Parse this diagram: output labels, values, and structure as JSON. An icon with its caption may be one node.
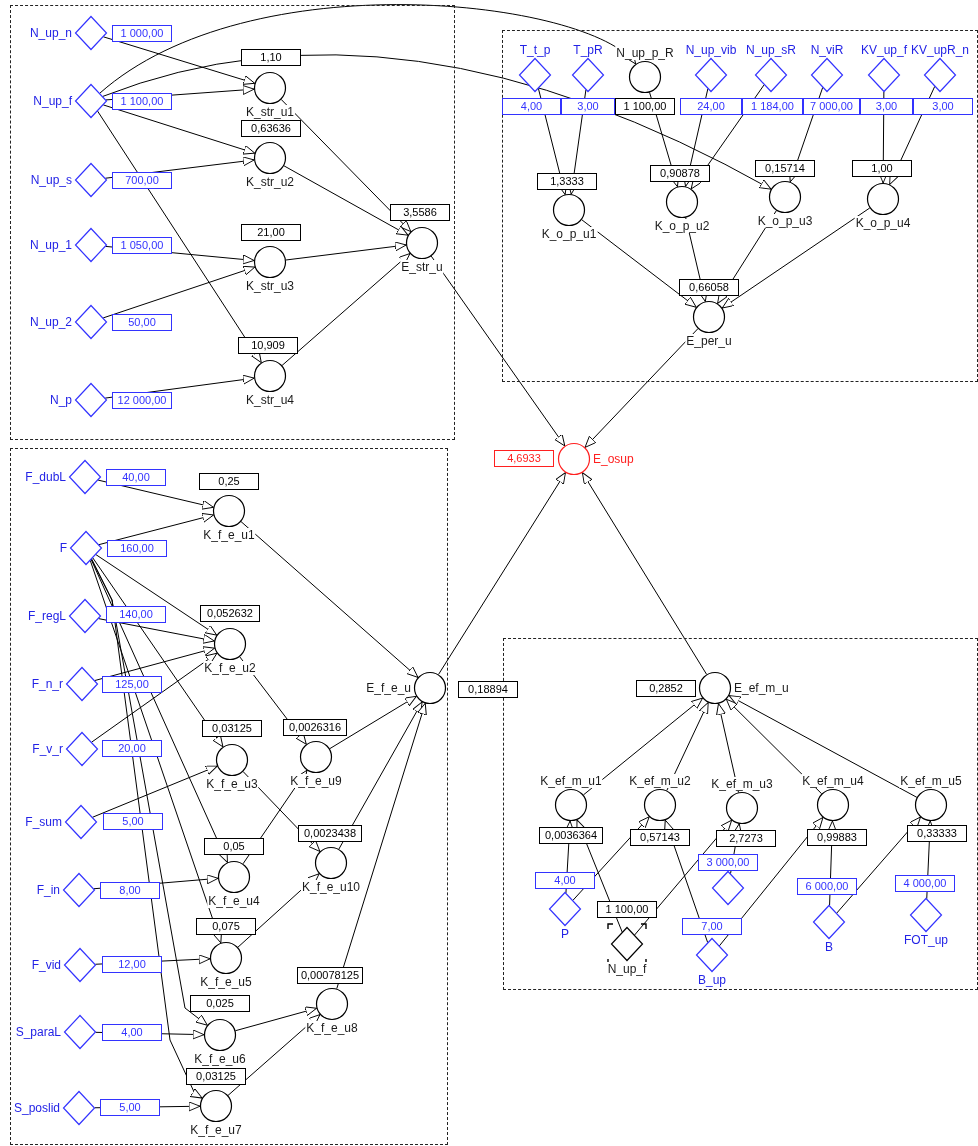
{
  "diagram": {
    "nodes": [
      {
        "text": [],
        "shape": "box"
      },
      {
        "text": [],
        "shape": "box"
      },
      {
        "text": [],
        "shape": "box"
      },
      {
        "text": [],
        "shape": "box"
      },
      {
        "text": [
          "N_up_n"
        ],
        "beside": [
          "1 000,00"
        ],
        "in": 0
      },
      {
        "text": [
          "N_up_f"
        ],
        "beside": [
          "1 100,00"
        ],
        "in": 0
      },
      {
        "text": [
          "N_up_s"
        ],
        "beside": [
          "700,00"
        ],
        "in": 0
      },
      {
        "text": [
          "N_up_1"
        ],
        "beside": [
          "1 050,00"
        ],
        "in": 0
      },
      {
        "text": [
          "N_up_2"
        ],
        "beside": [
          "50,00"
        ],
        "in": 0
      },
      {
        "text": [
          "N_p"
        ],
        "beside": [
          "12 000,00"
        ],
        "in": 0
      },
      {
        "text": [
          "K_str_u1"
        ],
        "beside": [
          "1,10"
        ],
        "in": 0
      },
      {
        "text": [
          "K_str_u2"
        ],
        "beside": [
          "0,63636"
        ],
        "in": 0
      },
      {
        "text": [
          "K_str_u3"
        ],
        "beside": [
          "21,00"
        ],
        "in": 0
      },
      {
        "text": [
          "K_str_u4"
        ],
        "beside": [
          "10,909"
        ],
        "in": 0
      },
      {
        "text": [
          "E_str_u"
        ],
        "beside": [
          "3,5586"
        ],
        "in": 0
      },
      {
        "text": [
          "T_t_p"
        ],
        "beside": [
          "4,00"
        ],
        "in": 1
      },
      {
        "text": [
          "T_pR"
        ],
        "beside": [
          "3,00"
        ],
        "in": 1
      },
      {
        "text": [
          "N_up_p_R"
        ],
        "beside": [
          "1 100,00"
        ],
        "in": 1
      },
      {
        "text": [
          "N_up_vib"
        ],
        "beside": [
          "24,00"
        ],
        "in": 1
      },
      {
        "text": [
          "N_up_sR"
        ],
        "beside": [
          "1 184,00"
        ],
        "in": 1
      },
      {
        "text": [
          "N_viR"
        ],
        "beside": [
          "7 000,00"
        ],
        "in": 1
      },
      {
        "text": [
          "KV_up_f"
        ],
        "beside": [
          "3,00"
        ],
        "in": 1
      },
      {
        "text": [
          "KV_upR_n"
        ],
        "beside": [
          "3,00"
        ],
        "in": 1
      },
      {
        "text": [
          "K_o_p_u1"
        ],
        "beside": [
          "1,3333"
        ],
        "in": 1
      },
      {
        "text": [
          "K_o_p_u2"
        ],
        "beside": [
          "0,90878"
        ],
        "in": 1
      },
      {
        "text": [
          "K_o_p_u3"
        ],
        "beside": [
          "0,15714"
        ],
        "in": 1
      },
      {
        "text": [
          "K_o_p_u4"
        ],
        "beside": [
          "1,00"
        ],
        "in": 1
      },
      {
        "text": [
          "E_per_u"
        ],
        "beside": [
          "0,66058"
        ],
        "in": 1
      },
      {
        "text": [
          "E_osup"
        ],
        "beside": [
          "4,6933"
        ]
      },
      {
        "text": [
          "F_dubL"
        ],
        "beside": [
          "40,00"
        ],
        "in": 2
      },
      {
        "text": [
          "F"
        ],
        "beside": [
          "160,00"
        ],
        "in": 2
      },
      {
        "text": [
          "F_regL"
        ],
        "beside": [
          "140,00"
        ],
        "in": 2
      },
      {
        "text": [
          "F_n_r"
        ],
        "beside": [
          "125,00"
        ],
        "in": 2
      },
      {
        "text": [
          "F_v_r"
        ],
        "beside": [
          "20,00"
        ],
        "in": 2
      },
      {
        "text": [
          "F_sum"
        ],
        "beside": [
          "5,00"
        ],
        "in": 2
      },
      {
        "text": [
          "F_in"
        ],
        "beside": [
          "8,00"
        ],
        "in": 2
      },
      {
        "text": [
          "F_vid"
        ],
        "beside": [
          "12,00"
        ],
        "in": 2
      },
      {
        "text": [
          "S_paraL"
        ],
        "beside": [
          "4,00"
        ],
        "in": 2
      },
      {
        "text": [
          "S_poslid"
        ],
        "beside": [
          "5,00"
        ],
        "in": 2
      },
      {
        "text": [
          "K_f_e_u1"
        ],
        "beside": [
          "0,25"
        ],
        "in": 2
      },
      {
        "text": [
          "K_f_e_u2"
        ],
        "beside": [
          "0,052632"
        ],
        "in": 2
      },
      {
        "text": [
          "K_f_e_u3"
        ],
        "beside": [
          "0,03125"
        ],
        "in": 2
      },
      {
        "text": [
          "K_f_e_u9"
        ],
        "beside": [
          "0,0026316"
        ],
        "in": 2
      },
      {
        "text": [
          "K_f_e_u4"
        ],
        "beside": [
          "0,05"
        ],
        "in": 2
      },
      {
        "text": [
          "K_f_e_u10"
        ],
        "beside": [
          "0,0023438"
        ],
        "in": 2
      },
      {
        "text": [
          "K_f_e_u5"
        ],
        "beside": [
          "0,075"
        ],
        "in": 2
      },
      {
        "text": [
          "K_f_e_u8"
        ],
        "beside": [
          "0,00078125"
        ],
        "in": 2
      },
      {
        "text": [
          "K_f_e_u6"
        ],
        "beside": [
          "0,025"
        ],
        "in": 2
      },
      {
        "text": [
          "K_f_e_u7"
        ],
        "beside": [
          "0,03125"
        ],
        "in": 2
      },
      {
        "text": [
          "E_f_e_u"
        ],
        "beside": [
          "0,18894"
        ],
        "in": 2
      },
      {
        "text": [
          "E_ef_m_u"
        ],
        "beside": [
          "0,2852"
        ],
        "in": 3
      },
      {
        "text": [
          "K_ef_m_u1"
        ],
        "beside": [
          "0,0036364"
        ],
        "in": 3
      },
      {
        "text": [
          "K_ef_m_u2"
        ],
        "beside": [
          "0,57143"
        ],
        "in": 3
      },
      {
        "text": [
          "K_ef_m_u3"
        ],
        "beside": [
          "2,7273"
        ],
        "in": 3
      },
      {
        "text": [
          "K_ef_m_u4"
        ],
        "beside": [
          "0,99883"
        ],
        "in": 3
      },
      {
        "text": [
          "K_ef_m_u5"
        ],
        "beside": [
          "0,33333"
        ],
        "in": 3
      },
      {
        "text": [
          "P"
        ],
        "beside": [
          "4,00"
        ],
        "in": 3
      },
      {
        "text": [
          "N_up_f"
        ],
        "beside": [
          "1 100,00"
        ],
        "in": 3
      },
      {
        "text": [],
        "shape": "diamond",
        "beside": [
          "3 000,00"
        ],
        "in": 3
      },
      {
        "text": [
          "B_up"
        ],
        "beside": [
          "7,00"
        ],
        "in": 3
      },
      {
        "text": [
          "B"
        ],
        "beside": [
          "6 000,00"
        ],
        "in": 3
      },
      {
        "text": [
          "FOT_up"
        ],
        "beside": [
          "4 000,00"
        ],
        "in": 3
      }
    ],
    "edges": [
      {
        "from": 4,
        "to": 10,
        "arrow": "to"
      },
      {
        "from": 5,
        "to": 10,
        "arrow": "to"
      },
      {
        "from": 5,
        "to": 11,
        "arrow": "to"
      },
      {
        "from": 6,
        "to": 11,
        "arrow": "to"
      },
      {
        "from": 7,
        "to": 12,
        "arrow": "to"
      },
      {
        "from": 8,
        "to": 12,
        "arrow": "to"
      },
      {
        "from": 5,
        "to": 13,
        "arrow": "to"
      },
      {
        "from": 9,
        "to": 13,
        "arrow": "to"
      },
      {
        "from": 10,
        "to": 14,
        "arrow": "to"
      },
      {
        "from": 11,
        "to": 14,
        "arrow": "to"
      },
      {
        "from": 12,
        "to": 14,
        "arrow": "to"
      },
      {
        "from": 13,
        "to": 14,
        "arrow": "to"
      },
      {
        "from": 14,
        "to": 28,
        "arrow": "to"
      },
      {
        "from": 5,
        "to": 17,
        "arrow": "to"
      },
      {
        "from": 5,
        "to": 25,
        "arrow": "to"
      },
      {
        "from": 15,
        "to": 23,
        "arrow": "to"
      },
      {
        "from": 16,
        "to": 23,
        "arrow": "to"
      },
      {
        "from": 17,
        "to": 24,
        "arrow": "to"
      },
      {
        "from": 18,
        "to": 24,
        "arrow": "to"
      },
      {
        "from": 19,
        "to": 24,
        "arrow": "to"
      },
      {
        "from": 20,
        "to": 25,
        "arrow": "to"
      },
      {
        "from": 21,
        "to": 26,
        "arrow": "to"
      },
      {
        "from": 22,
        "to": 26,
        "arrow": "to"
      },
      {
        "from": 23,
        "to": 27,
        "arrow": "to"
      },
      {
        "from": 24,
        "to": 27,
        "arrow": "to"
      },
      {
        "from": 25,
        "to": 27,
        "arrow": "to"
      },
      {
        "from": 26,
        "to": 27,
        "arrow": "to"
      },
      {
        "from": 27,
        "to": 28,
        "arrow": "to"
      },
      {
        "from": 29,
        "to": 39,
        "arrow": "to"
      },
      {
        "from": 30,
        "to": 39,
        "arrow": "to"
      },
      {
        "from": 30,
        "to": 40,
        "arrow": "to"
      },
      {
        "from": 31,
        "to": 40,
        "arrow": "to"
      },
      {
        "from": 32,
        "to": 40,
        "arrow": "to"
      },
      {
        "from": 33,
        "to": 40,
        "arrow": "to"
      },
      {
        "from": 30,
        "to": 41,
        "arrow": "to"
      },
      {
        "from": 34,
        "to": 41,
        "arrow": "to"
      },
      {
        "from": 30,
        "to": 43,
        "arrow": "to"
      },
      {
        "from": 35,
        "to": 43,
        "arrow": "to"
      },
      {
        "from": 30,
        "to": 45,
        "arrow": "to"
      },
      {
        "from": 36,
        "to": 45,
        "arrow": "to"
      },
      {
        "from": 30,
        "to": 47,
        "arrow": "to"
      },
      {
        "from": 37,
        "to": 47,
        "arrow": "to"
      },
      {
        "from": 30,
        "to": 48,
        "arrow": "to"
      },
      {
        "from": 38,
        "to": 48,
        "arrow": "to"
      },
      {
        "from": 40,
        "to": 42,
        "arrow": "to"
      },
      {
        "from": 43,
        "to": 42,
        "arrow": "to"
      },
      {
        "from": 41,
        "to": 44,
        "arrow": "to"
      },
      {
        "from": 45,
        "to": 44,
        "arrow": "to"
      },
      {
        "from": 47,
        "to": 46,
        "arrow": "to"
      },
      {
        "from": 48,
        "to": 46,
        "arrow": "to"
      },
      {
        "from": 39,
        "to": 49,
        "arrow": "to"
      },
      {
        "from": 42,
        "to": 49,
        "arrow": "to"
      },
      {
        "from": 44,
        "to": 49,
        "arrow": "to"
      },
      {
        "from": 46,
        "to": 49,
        "arrow": "to"
      },
      {
        "from": 49,
        "to": 28,
        "arrow": "to"
      },
      {
        "from": 51,
        "to": 50,
        "arrow": "to"
      },
      {
        "from": 52,
        "to": 50,
        "arrow": "to"
      },
      {
        "from": 53,
        "to": 50,
        "arrow": "to"
      },
      {
        "from": 54,
        "to": 50,
        "arrow": "to"
      },
      {
        "from": 55,
        "to": 50,
        "arrow": "to"
      },
      {
        "from": 56,
        "to": 51,
        "arrow": "to"
      },
      {
        "from": 57,
        "to": 51,
        "arrow": "to"
      },
      {
        "from": 56,
        "to": 52,
        "arrow": "to"
      },
      {
        "from": 59,
        "to": 52,
        "arrow": "to"
      },
      {
        "from": 58,
        "to": 53,
        "arrow": "to"
      },
      {
        "from": 57,
        "to": 53,
        "arrow": "to"
      },
      {
        "from": 59,
        "to": 54,
        "arrow": "to"
      },
      {
        "from": 60,
        "to": 54,
        "arrow": "to"
      },
      {
        "from": 60,
        "to": 55,
        "arrow": "to"
      },
      {
        "from": 61,
        "to": 55,
        "arrow": "to"
      },
      {
        "from": 50,
        "to": 28,
        "arrow": "to"
      }
    ]
  }
}
